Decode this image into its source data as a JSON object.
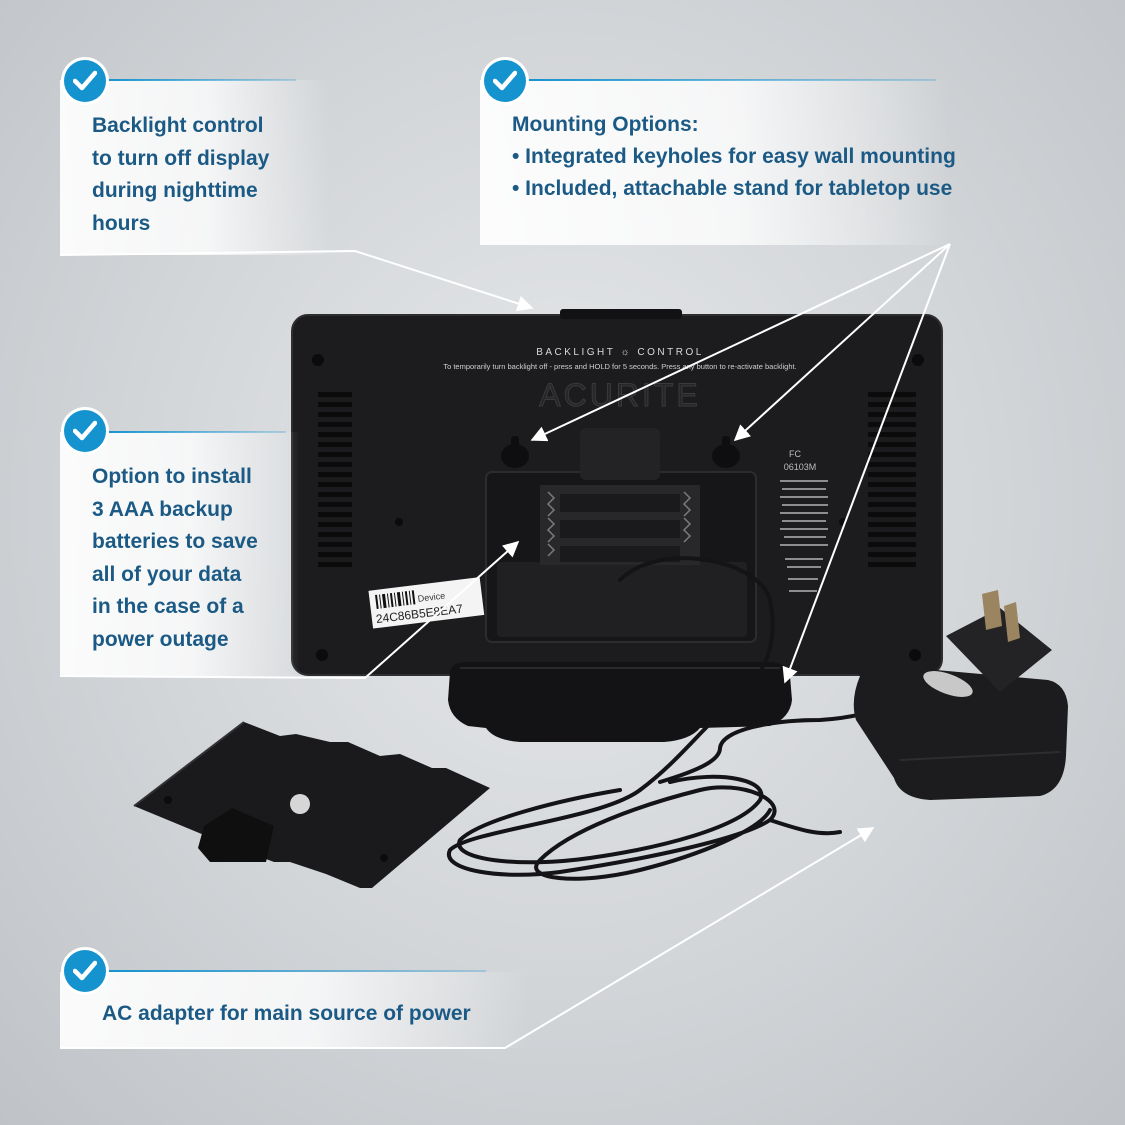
{
  "callouts": {
    "backlight": {
      "lines": [
        "Backlight control",
        "to turn off display",
        "during nighttime",
        "hours"
      ],
      "icon": "checkmark-icon"
    },
    "mounting": {
      "title": "Mounting Options:",
      "bullets": [
        "• Integrated keyholes for easy wall mounting",
        "• Included, attachable stand for tabletop use"
      ],
      "icon": "checkmark-icon"
    },
    "batteries": {
      "lines": [
        "Option to install",
        "3 AAA backup",
        "batteries to save",
        "all of your data",
        "in the case of a",
        "power outage"
      ],
      "icon": "checkmark-icon"
    },
    "adapter": {
      "text": "AC adapter for main source of power",
      "icon": "checkmark-icon"
    }
  },
  "product": {
    "brand_mark": "ACURITE",
    "backlight_label": "BACKLIGHT ☼ CONTROL",
    "backlight_instructions": "To temporarily turn backlight off - press and HOLD for 5 seconds. Press any button to re-activate backlight.",
    "model_code": "06103M",
    "fc_mark": "FC",
    "device_id": "24C86B5E8EA7",
    "device_label": "Device"
  },
  "colors": {
    "accent": "#1593cf",
    "text": "#1c5a86",
    "device": "#1c1c1e"
  }
}
